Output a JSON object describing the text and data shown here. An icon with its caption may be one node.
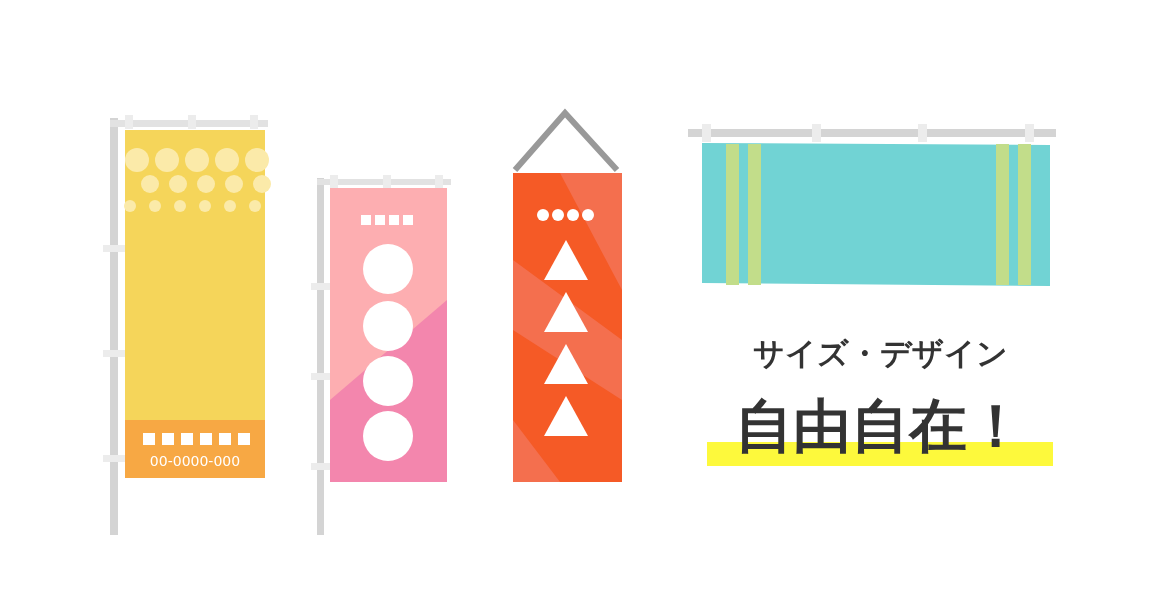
{
  "diagram": {
    "labels": [
      "00-0000-000",
      "サイズ・デザイン",
      "自由自在！"
    ]
  }
}
